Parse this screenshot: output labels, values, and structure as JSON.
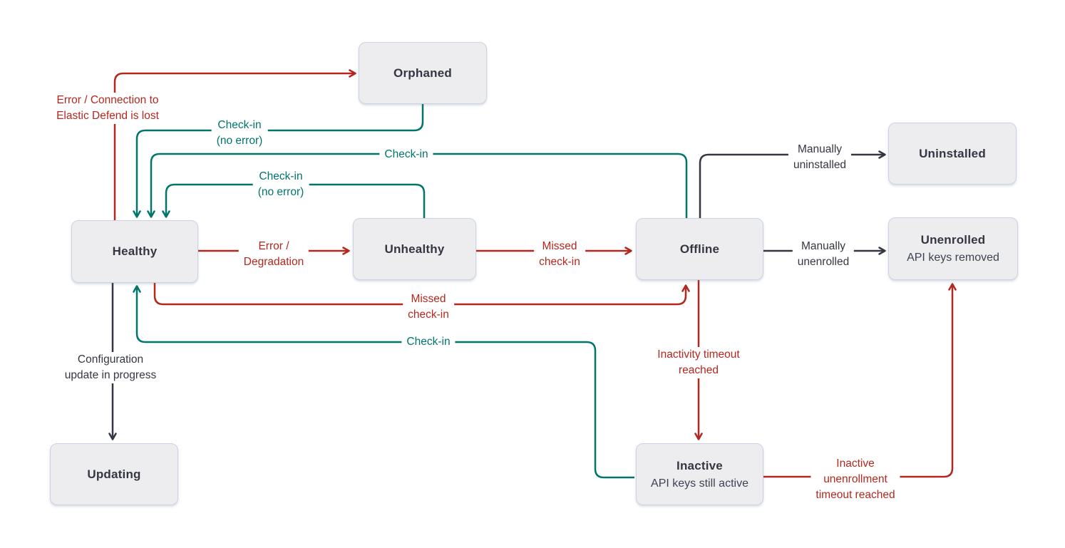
{
  "colors": {
    "red": "#b3271e",
    "teal": "#00756b",
    "dark": "#343741",
    "node_fill": "#ededf0",
    "node_border": "#cbd3e2",
    "background": "#ffffff"
  },
  "nodes": {
    "orphaned": {
      "label": "Orphaned"
    },
    "uninstalled": {
      "label": "Uninstalled"
    },
    "healthy": {
      "label": "Healthy"
    },
    "unhealthy": {
      "label": "Unhealthy"
    },
    "offline": {
      "label": "Offline"
    },
    "unenrolled": {
      "label": "Unenrolled",
      "sublabel": "API keys removed"
    },
    "updating": {
      "label": "Updating"
    },
    "inactive": {
      "label": "Inactive",
      "sublabel": "API keys still active"
    }
  },
  "edges": {
    "healthy_to_orphaned": {
      "from": "Healthy",
      "to": "Orphaned",
      "color": "red",
      "label": "Error / Connection to\nElastic Defend is lost"
    },
    "orphaned_to_healthy": {
      "from": "Orphaned",
      "to": "Healthy",
      "color": "teal",
      "label": "Check-in\n(no error)"
    },
    "offline_to_healthy": {
      "from": "Offline",
      "to": "Healthy",
      "color": "teal",
      "label": "Check-in"
    },
    "unhealthy_to_healthy": {
      "from": "Unhealthy",
      "to": "Healthy",
      "color": "teal",
      "label": "Check-in\n(no error)"
    },
    "healthy_to_unhealthy": {
      "from": "Healthy",
      "to": "Unhealthy",
      "color": "red",
      "label": "Error /\nDegradation"
    },
    "unhealthy_to_offline": {
      "from": "Unhealthy",
      "to": "Offline",
      "color": "red",
      "label": "Missed\ncheck-in"
    },
    "offline_to_uninstalled": {
      "from": "Offline",
      "to": "Uninstalled",
      "color": "dark",
      "label": "Manually\nuninstalled"
    },
    "offline_to_unenrolled": {
      "from": "Offline",
      "to": "Unenrolled",
      "color": "dark",
      "label": "Manually\nunenrolled"
    },
    "healthy_to_offline": {
      "from": "Healthy",
      "to": "Offline",
      "color": "red",
      "label": "Missed\ncheck-in"
    },
    "inactive_to_healthy": {
      "from": "Inactive",
      "to": "Healthy",
      "color": "teal",
      "label": "Check-in"
    },
    "healthy_to_updating": {
      "from": "Healthy",
      "to": "Updating",
      "color": "dark",
      "label": "Configuration\nupdate in progress"
    },
    "offline_to_inactive": {
      "from": "Offline",
      "to": "Inactive",
      "color": "red",
      "label": "Inactivity timeout\nreached"
    },
    "inactive_to_unenrolled": {
      "from": "Inactive",
      "to": "Unenrolled",
      "color": "red",
      "label": "Inactive\nunenrollment\ntimeout reached"
    }
  }
}
